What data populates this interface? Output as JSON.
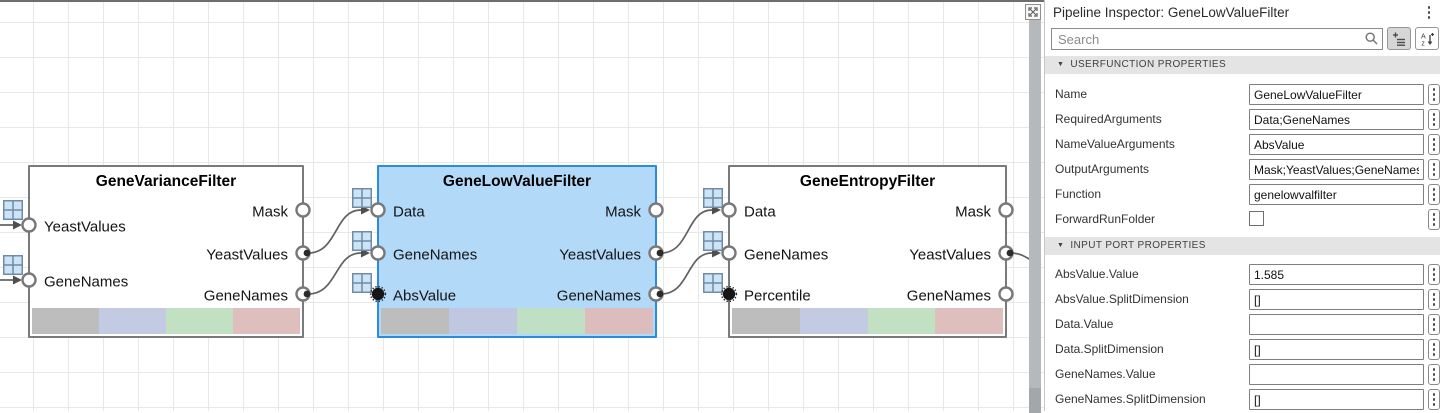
{
  "canvas": {
    "blocks": [
      {
        "title": "GeneVarianceFilter",
        "selected": false,
        "inputs": [
          "YeastValues",
          "GeneNames"
        ],
        "outputs": [
          "Mask",
          "YeastValues",
          "GeneNames"
        ]
      },
      {
        "title": "GeneLowValueFilter",
        "selected": true,
        "inputs": [
          "Data",
          "GeneNames",
          "AbsValue"
        ],
        "outputs": [
          "Mask",
          "YeastValues",
          "GeneNames"
        ]
      },
      {
        "title": "GeneEntropyFilter",
        "selected": false,
        "inputs": [
          "Data",
          "GeneNames",
          "Percentile"
        ],
        "outputs": [
          "Mask",
          "YeastValues",
          "GeneNames"
        ]
      }
    ],
    "colors": {
      "selected_fill": "#b3d9f8",
      "selected_border": "#2d8bdd",
      "block_border": "#7a7a7a",
      "stripe": [
        "#bdbdbd",
        "#c3cbe2",
        "#c2e0c2",
        "#dfbebe"
      ],
      "badge_fill": "#cde4f7"
    }
  },
  "inspector": {
    "title": "Pipeline Inspector: GeneLowValueFilter",
    "search": {
      "placeholder": "Search"
    },
    "sections": [
      {
        "title": "USERFUNCTION PROPERTIES",
        "rows": [
          {
            "label": "Name",
            "value": "GeneLowValueFilter"
          },
          {
            "label": "RequiredArguments",
            "value": "Data;GeneNames"
          },
          {
            "label": "NameValueArguments",
            "value": "AbsValue"
          },
          {
            "label": "OutputArguments",
            "value": "Mask;YeastValues;GeneNames"
          },
          {
            "label": "Function",
            "value": "genelowvalfilter"
          },
          {
            "label": "ForwardRunFolder",
            "value": "",
            "checkbox": true,
            "checked": false
          }
        ]
      },
      {
        "title": "INPUT PORT PROPERTIES",
        "rows": [
          {
            "label": "AbsValue.Value",
            "value": "1.585"
          },
          {
            "label": "AbsValue.SplitDimension",
            "value": "[]"
          },
          {
            "label": "Data.Value",
            "value": ""
          },
          {
            "label": "Data.SplitDimension",
            "value": "[]"
          },
          {
            "label": "GeneNames.Value",
            "value": ""
          },
          {
            "label": "GeneNames.SplitDimension",
            "value": "[]"
          }
        ]
      }
    ]
  }
}
